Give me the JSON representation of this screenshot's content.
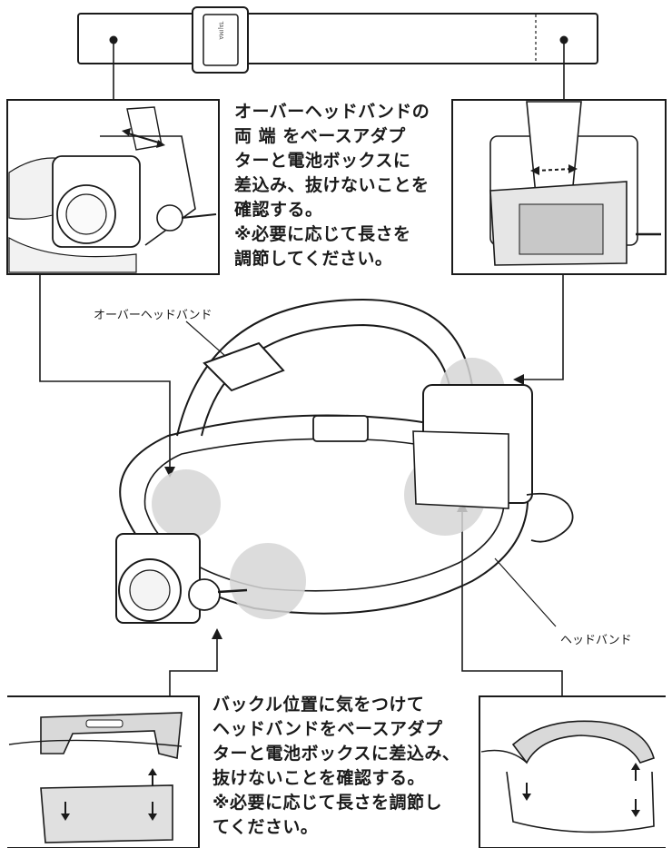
{
  "brand_mark": "TAJIMA",
  "labels": {
    "overhead_band": "オーバーヘッドバンド",
    "headband": "ヘッドバンド"
  },
  "instructions": {
    "top": [
      "オーバーヘッドバンドの",
      "両 端 をベースアダプ",
      "ターと電池ボックスに",
      "差込み、抜けないことを",
      "確認する。",
      "※必要に応じて長さを",
      "調節してください。"
    ],
    "bottom": [
      "バックル位置に気をつけて",
      "ヘッドバンドをベースアダプ",
      "ターと電池ボックスに差込み、",
      "抜けないことを確認する。",
      "※必要に応じて長さを調節し",
      "てください。"
    ]
  }
}
